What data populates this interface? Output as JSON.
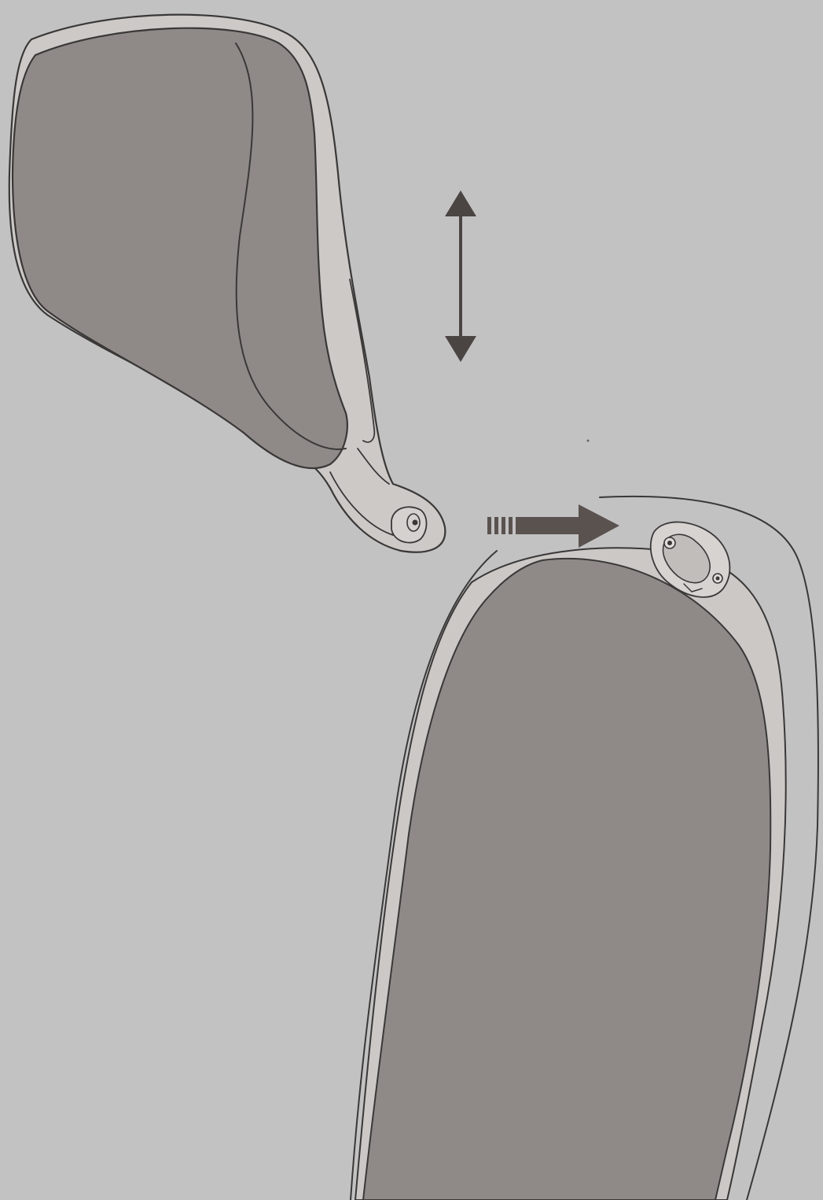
{
  "diagram": {
    "type": "assembly-illustration",
    "text_labels": [],
    "colors": {
      "background": "#c3c2c3",
      "pad_fill": "#8f8a88",
      "frame_fill": "#ccc9c7",
      "outline": "#3a3837",
      "arrow_fill": "#5a524f"
    },
    "parts": [
      {
        "name": "headrest",
        "icon": "headrest-icon"
      },
      {
        "name": "chair-backrest",
        "icon": "chair-backrest-icon"
      },
      {
        "name": "mounting-socket",
        "icon": "socket-icon"
      }
    ],
    "arrows": [
      {
        "name": "height-adjust",
        "style": "double-headed",
        "direction": "vertical"
      },
      {
        "name": "insert-direction",
        "style": "dashed-tail",
        "direction": "right"
      }
    ]
  }
}
